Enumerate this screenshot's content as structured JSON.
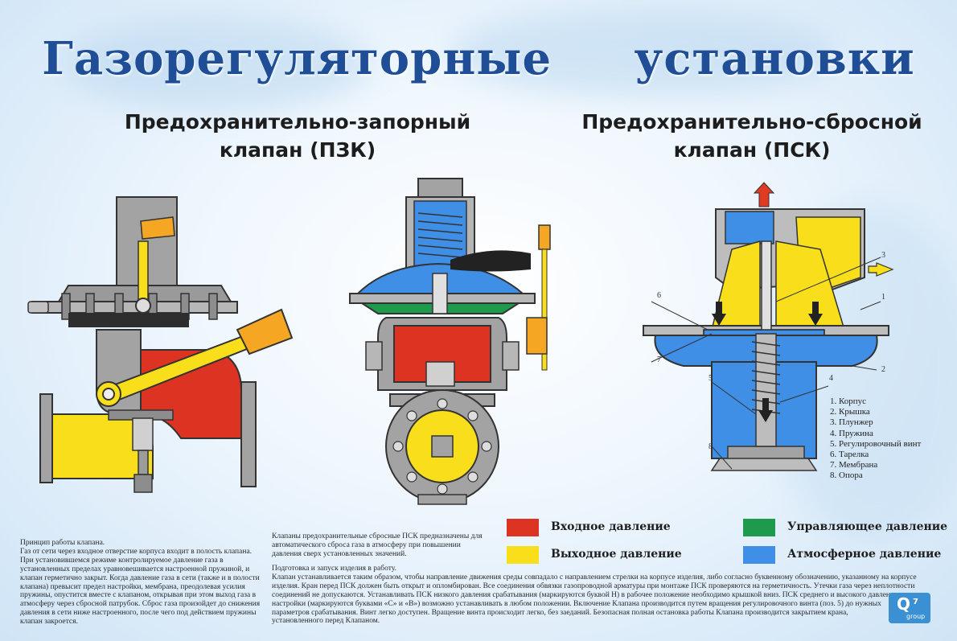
{
  "title": "Газорегуляторные     установки",
  "pzk": {
    "title_line1": "Предохранительно-запорный",
    "title_line2": "клапан (ПЗК)"
  },
  "psk": {
    "title_line1": "Предохранительно-сбросной",
    "title_line2": "клапан (ПСК)",
    "callouts": [
      "1",
      "2",
      "3",
      "4",
      "5",
      "6",
      "7",
      "8"
    ],
    "parts": [
      "1. Корпус",
      "2. Крышка",
      "3. Плунжер",
      "4. Пружина",
      "5. Регулировочный винт",
      "6. Тарелка",
      "7. Мембрана",
      "8. Опора"
    ]
  },
  "colors": {
    "inlet": "#dc3323",
    "outlet": "#f8de1b",
    "control": "#1e9a4c",
    "atmospheric": "#3f8fe6",
    "title": "#1f4e96",
    "metal": "#a3a3a3"
  },
  "legend": {
    "inlet": "Входное давление",
    "outlet": "Выходное давление",
    "control": "Управляющее давление",
    "atmospheric": "Атмосферное давление"
  },
  "text_left": [
    "Принцип работы клапана.",
    "Газ от сети через входное отверстие корпуса входит в полость клапана.",
    "При установившемся режиме контролируемое давление газа в",
    "установленных пределах уравновешивается настроенной пружиной, и",
    "клапан герметично закрыт. Когда давление газа в сети (также и в полости",
    "клапана) превысит предел настройки, мембрана, преодолевая усилия",
    "пружины, опустится вместе с клапаном, открывая при этом выход газа в",
    "атмосферу через сбросной патрубок. Сброс газа произойдет до снижения",
    "давления в сети ниже настроенного, после чего под действием пружины",
    "клапан закроется."
  ],
  "text_mid_top": [
    "Клапаны предохранительные сбросные ПСК предназначены для",
    "автоматического сброса газа в атмосферу при повышении",
    "давления сверх установленных значений."
  ],
  "text_bottom": [
    "Подготовка и запуск изделия в работу.",
    "Клапан устанавливается таким образом, чтобы направление движения среды совпадало с направлением стрелки на корпусе изделия, либо согласно буквенному обозначению, указанному на корпусе",
    "изделия. Кран перед ПСК должен быть открыт и опломбирован. Все соединения обвязки газопроводной арматуры при монтаже ПСК проверяются на герметичность. Утечки газа через неплотности",
    "соединений не допускаются. Устанавливать ПСК низкого давления срабатывания (маркируются буквой Н) в рабочее положение необходимо крышкой вниз. ПСК среднего и высокого давления",
    "настройки (маркируются буквами «С» и «В») возможно устанавливать в любом положении. Включение Клапана производится путем вращения регулировочного винта (поз. 5) до нужных",
    "параметров срабатывания. Винт легко доступен. Вращение винта происходит легко, без заеданий. Безопасная полная остановка работы Клапана производится закрытием крана,",
    "установленного перед Клапаном."
  ],
  "logo": {
    "letter": "Q",
    "number": "7",
    "word": "group"
  }
}
